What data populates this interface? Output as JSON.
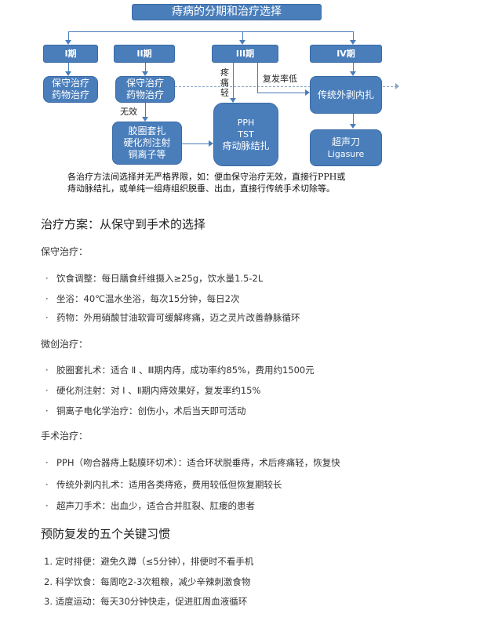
{
  "diagram": {
    "title": "痔病的分期和治疗选择",
    "stages": [
      "I期",
      "II期",
      "III期",
      "IV期"
    ],
    "stage1_treatment": [
      "保守治疗",
      "药物治疗"
    ],
    "stage2_treatment": [
      "保守治疗",
      "药物治疗"
    ],
    "stage2_fail_label": "无效",
    "minimally_invasive": [
      "胶圈套扎",
      "硬化剂注射",
      "铜离子等"
    ],
    "pain_label": [
      "疼",
      "痛",
      "轻"
    ],
    "recurrence_label": "复发率低",
    "surgery": [
      "PPH",
      "TST",
      "痔动脉结扎"
    ],
    "traditional": "传统外剥内扎",
    "ultrasonic": [
      "超声刀",
      "Ligasure"
    ],
    "caption": [
      "各治疗方法间选择并无严格界限，如：便血保守治疗无效，直接行PPH或",
      "痔动脉结扎，或单纯一组痔组织脱垂、出血，直接行传统手术切除等。"
    ]
  },
  "article": {
    "heading1": "治疗方案：从保守到手术的选择",
    "conservative": {
      "title": "保守治疗：",
      "items": [
        "饮食调整：每日膳食纤维摄入≥25g，饮水量1.5-2L",
        "坐浴：40℃温水坐浴，每次15分钟，每日2次",
        "药物：外用硝酸甘油软膏可缓解疼痛，迈之灵片改善静脉循环"
      ]
    },
    "minimal": {
      "title": "微创治疗：",
      "items": [
        "胶圈套扎术：适合 Ⅱ 、Ⅲ期内痔，成功率约85%，费用约1500元",
        "硬化剂注射：对 Ⅰ 、Ⅱ期内痔效果好，复发率约15%",
        "铜离子电化学治疗：创伤小，术后当天即可活动"
      ]
    },
    "surgical": {
      "title": "手术治疗：",
      "items": [
        "PPH（吻合器痔上黏膜环切术）：适合环状脱垂痔，术后疼痛轻，恢复快",
        "传统外剥内扎术：适用各类痔疮，费用较低但恢复期较长",
        "超声刀手术：出血少，适合合并肛裂、肛瘘的患者"
      ]
    },
    "heading2": "预防复发的五个关键习惯",
    "habits": [
      "1. 定时排便：避免久蹲（≤5分钟），排便时不看手机",
      "2. 科学饮食：每周吃2-3次粗粮，减少辛辣刺激食物",
      "3. 适度运动：每天30分钟快走，促进肛周血液循环"
    ]
  },
  "colors": {
    "box": "#4a7ebb"
  }
}
